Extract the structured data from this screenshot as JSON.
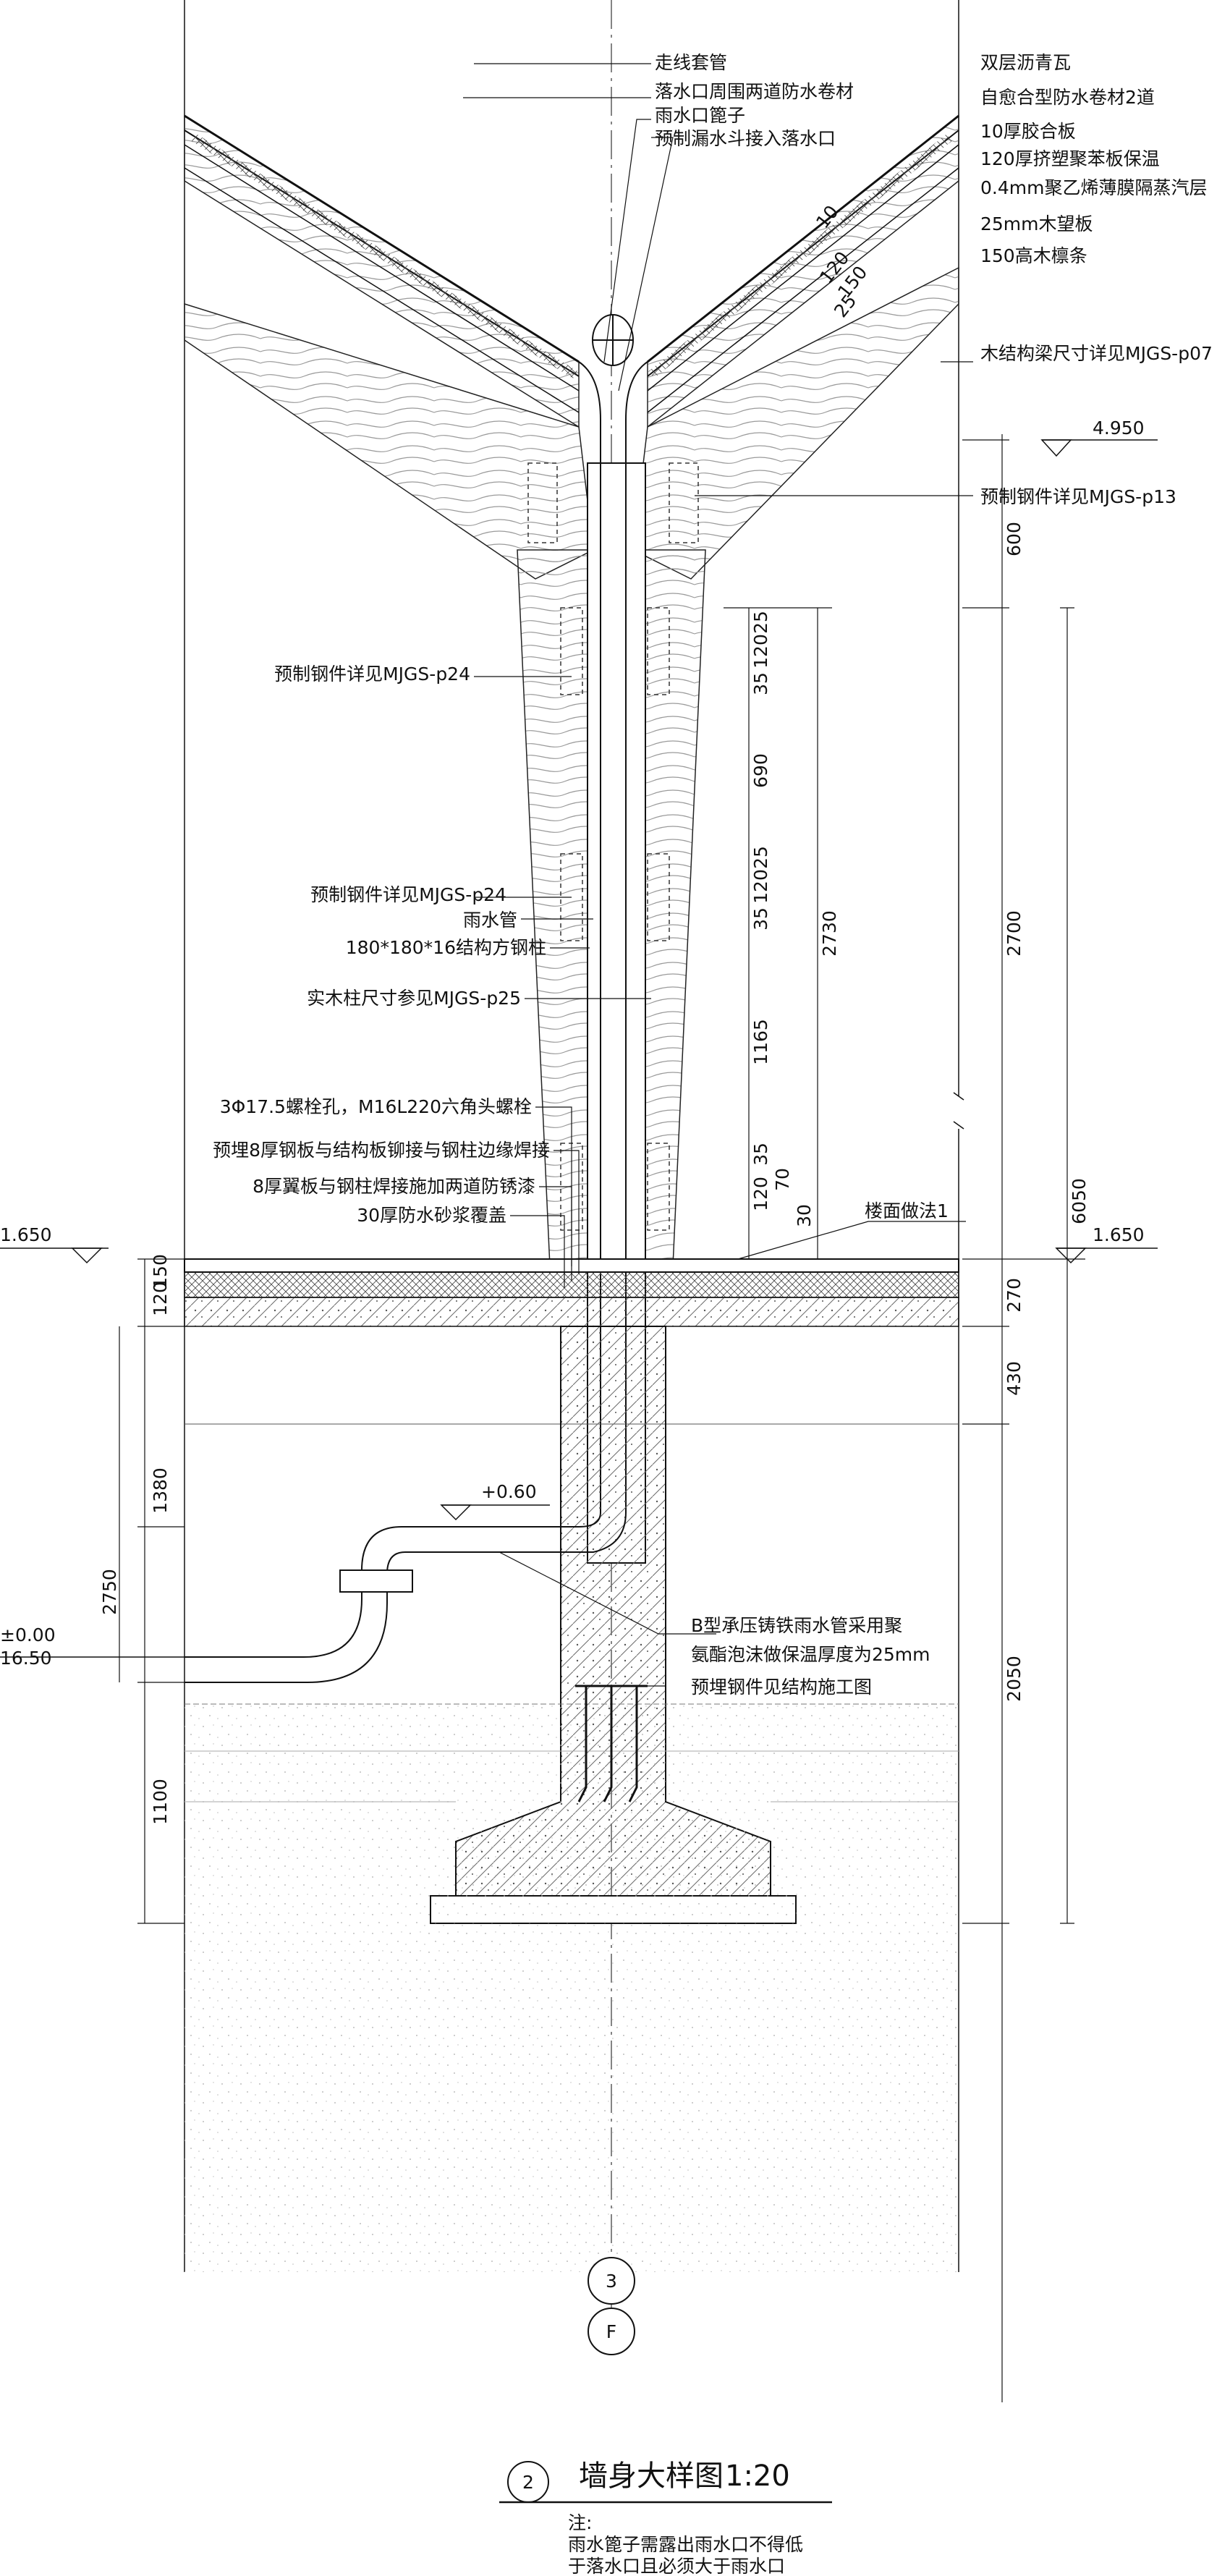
{
  "labels_left": {
    "steel_detail_1": "预制钢件详见MJGS-p24",
    "steel_detail_2": "预制钢件详见MJGS-p24",
    "rain_pipe": "雨水管",
    "steel_column": "180*180*16结构方钢柱",
    "wood_column": "实木柱尺寸参见MJGS-p25",
    "bolt_holes": "3Φ17.5螺栓孔，M16L220六角头螺栓",
    "embed_plate": "预埋8厚钢板与结构板铆接与钢柱边缘焊接",
    "wing_plate": "8厚翼板与钢柱焊接施加两道防锈漆",
    "mortar_cover": "30厚防水砂浆覆盖"
  },
  "labels_top": {
    "wire_sleeve": "走线套管",
    "membrane_around_drain": "落水口周围两道防水卷材",
    "drain_grate": "雨水口篦子",
    "funnel": "预制漏水斗接入落水口"
  },
  "labels_right": {
    "asphalt_shingle": "双层沥青瓦",
    "membrane": "自愈合型防水卷材2道",
    "plywood": "10厚胶合板",
    "xps": "120厚挤塑聚苯板保温",
    "vapor_barrier": "0.4mm聚乙烯薄膜隔蒸汽层",
    "wood_board": "25mm木望板",
    "purlin": "150高木檩条",
    "beam": "木结构梁尺寸详见MJGS-p07",
    "steel_p13": "预制钢件详见MJGS-p13"
  },
  "labels_bottom": {
    "floor_finish": "楼面做法1",
    "cast_iron_1": "B型承压铸铁雨水管采用聚",
    "cast_iron_2": "氨酯泡沫做保温厚度为25mm",
    "embedded_steel": "预埋钢件见结构施工图"
  },
  "elevations": {
    "roof": "4.950",
    "floor_left": "1.650",
    "floor_right": "1.650",
    "pipe": "+0.60",
    "ground": "±0.00",
    "ground_outer": "16.50"
  },
  "dims_right": {
    "d600": "600",
    "d2700": "2700",
    "d6050": "6050",
    "d270": "270",
    "d430": "430",
    "d2050": "2050"
  },
  "dims_center": {
    "d25a": "25",
    "d120a": "120",
    "d35a": "35",
    "d690": "690",
    "d25b": "25",
    "d120b": "120",
    "d35b": "35",
    "d2730": "2730",
    "d1165": "1165",
    "d35c": "35",
    "d120c": "120",
    "d70": "70",
    "d30": "30"
  },
  "dims_left": {
    "d120": "120",
    "d150": "150",
    "d1380": "1380",
    "d2750": "2750",
    "d1100": "1100"
  },
  "dims_roof": {
    "d10": "10",
    "d120": "120",
    "d150": "150",
    "d25": "25"
  },
  "axis": {
    "num": "3",
    "letter": "F"
  },
  "title": {
    "num": "2",
    "text": "墙身大样图",
    "scale": "1:20"
  },
  "note": {
    "head": "注:",
    "line1": "雨水篦子需露出雨水口不得低",
    "line2": "于落水口且必须大于雨水口"
  }
}
